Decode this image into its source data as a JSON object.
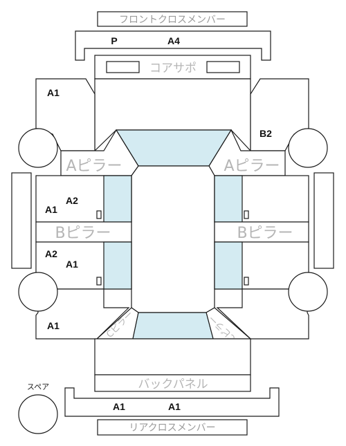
{
  "labels": {
    "front_cross_member": "フロントクロスメンバー",
    "core_support": "コアサポ",
    "a_pillar": "Aピラー",
    "b_pillar": "Bピラー",
    "c_pillar": "Cピラー",
    "back_panel": "バックパネル",
    "rear_cross_member": "リアクロスメンバー",
    "spare": "スペア"
  },
  "codes": {
    "front_member_left": "P",
    "front_member_right": "A4",
    "front_left_fender": "A1",
    "front_right_fender": "B2",
    "left_front_door_upper": "A2",
    "left_front_door_lower": "A1",
    "left_rear_door_upper": "A2",
    "left_rear_door_lower": "A1",
    "left_rear_quarter": "A1",
    "rear_member_left": "A1",
    "rear_member_right": "A1"
  }
}
